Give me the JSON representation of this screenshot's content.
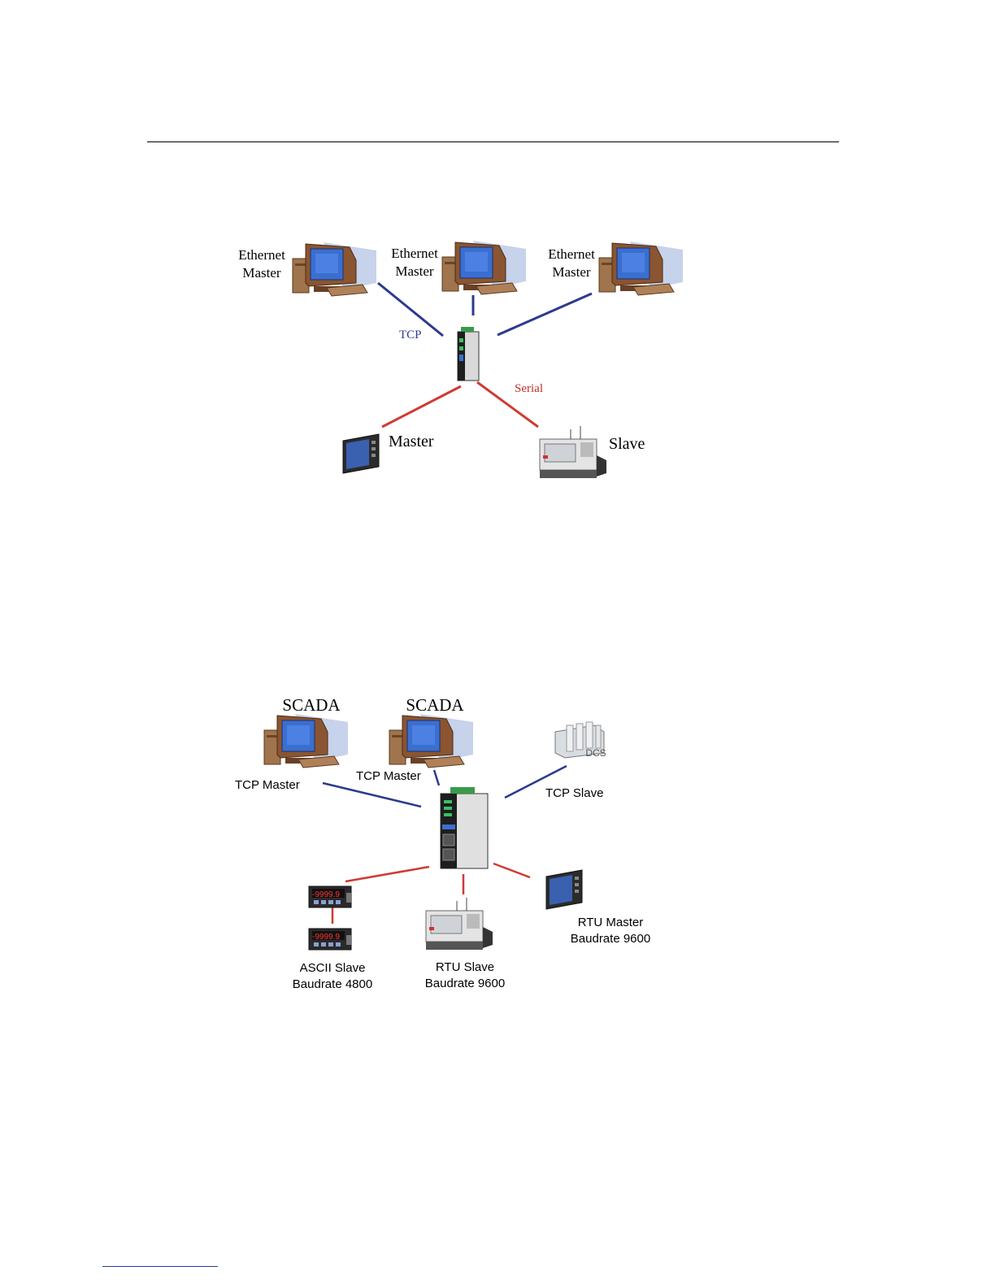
{
  "diagram1": {
    "masters": [
      {
        "line1": "Ethernet",
        "line2": "Master"
      },
      {
        "line1": "Ethernet",
        "line2": "Master"
      },
      {
        "line1": "Ethernet",
        "line2": "Master"
      }
    ],
    "tcp_label": "TCP",
    "serial_label": "Serial",
    "master_label": "Master",
    "slave_label": "Slave"
  },
  "diagram2": {
    "scada_labels": [
      "SCADA",
      "SCADA"
    ],
    "tcp_master_labels": [
      "TCP Master",
      "TCP Master"
    ],
    "dcs_label": "DCS",
    "tcp_slave_label": "TCP Slave",
    "ascii_slave": {
      "line1": "ASCII Slave",
      "line2": "Baudrate 4800"
    },
    "rtu_slave": {
      "line1": "RTU Slave",
      "line2": "Baudrate 9600"
    },
    "rtu_master": {
      "line1": "RTU Master",
      "line2": "Baudrate 9600"
    },
    "meter_readout": "-9999.9"
  },
  "colors": {
    "tcp_line": "#2b3a8f",
    "serial_line": "#d03a34",
    "monitor_screen": "#3a6fd0",
    "monitor_body": "#7a4a2a"
  }
}
